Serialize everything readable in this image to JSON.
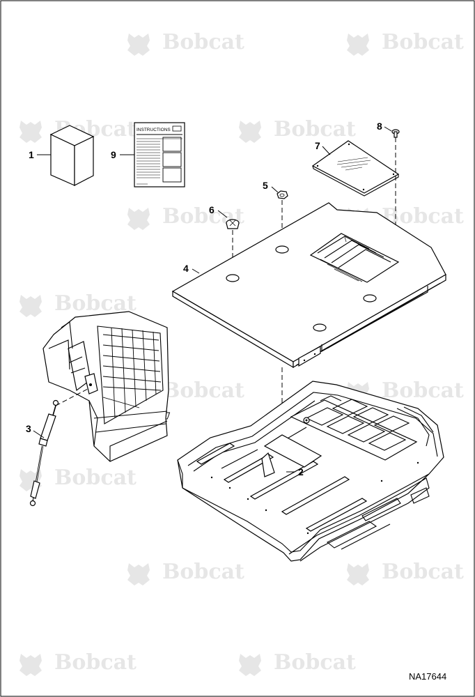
{
  "watermark": {
    "text": "Bobcat",
    "color": "#e6e6e6"
  },
  "instructions_label": "INSTRUCTIONS",
  "drawing_number": "NA17644",
  "callouts": [
    "1",
    "2",
    "3",
    "4",
    "5",
    "6",
    "7",
    "8",
    "9"
  ],
  "colors": {
    "line": "#000000",
    "background": "#ffffff"
  }
}
